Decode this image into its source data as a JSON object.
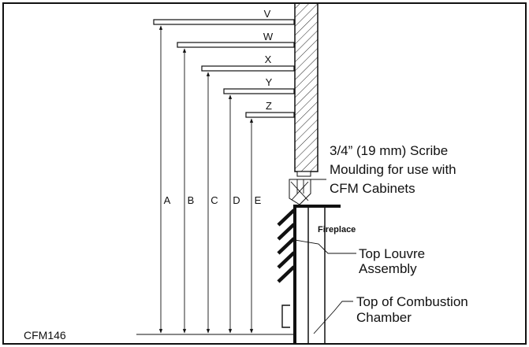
{
  "figure_id": "CFM146",
  "shelves": [
    "V",
    "W",
    "X",
    "Y",
    "Z"
  ],
  "dimensions": [
    "A",
    "B",
    "C",
    "D",
    "E"
  ],
  "callouts": {
    "scribe_line1": "3/4” (19 mm) Scribe",
    "scribe_line2": "Moulding for use with",
    "scribe_line3": "CFM Cabinets",
    "fireplace": "Fireplace",
    "louvre_line1": "Top Louvre",
    "louvre_line2": "Assembly",
    "combustion_line1": "Top of Combustion",
    "combustion_line2": "Chamber"
  }
}
